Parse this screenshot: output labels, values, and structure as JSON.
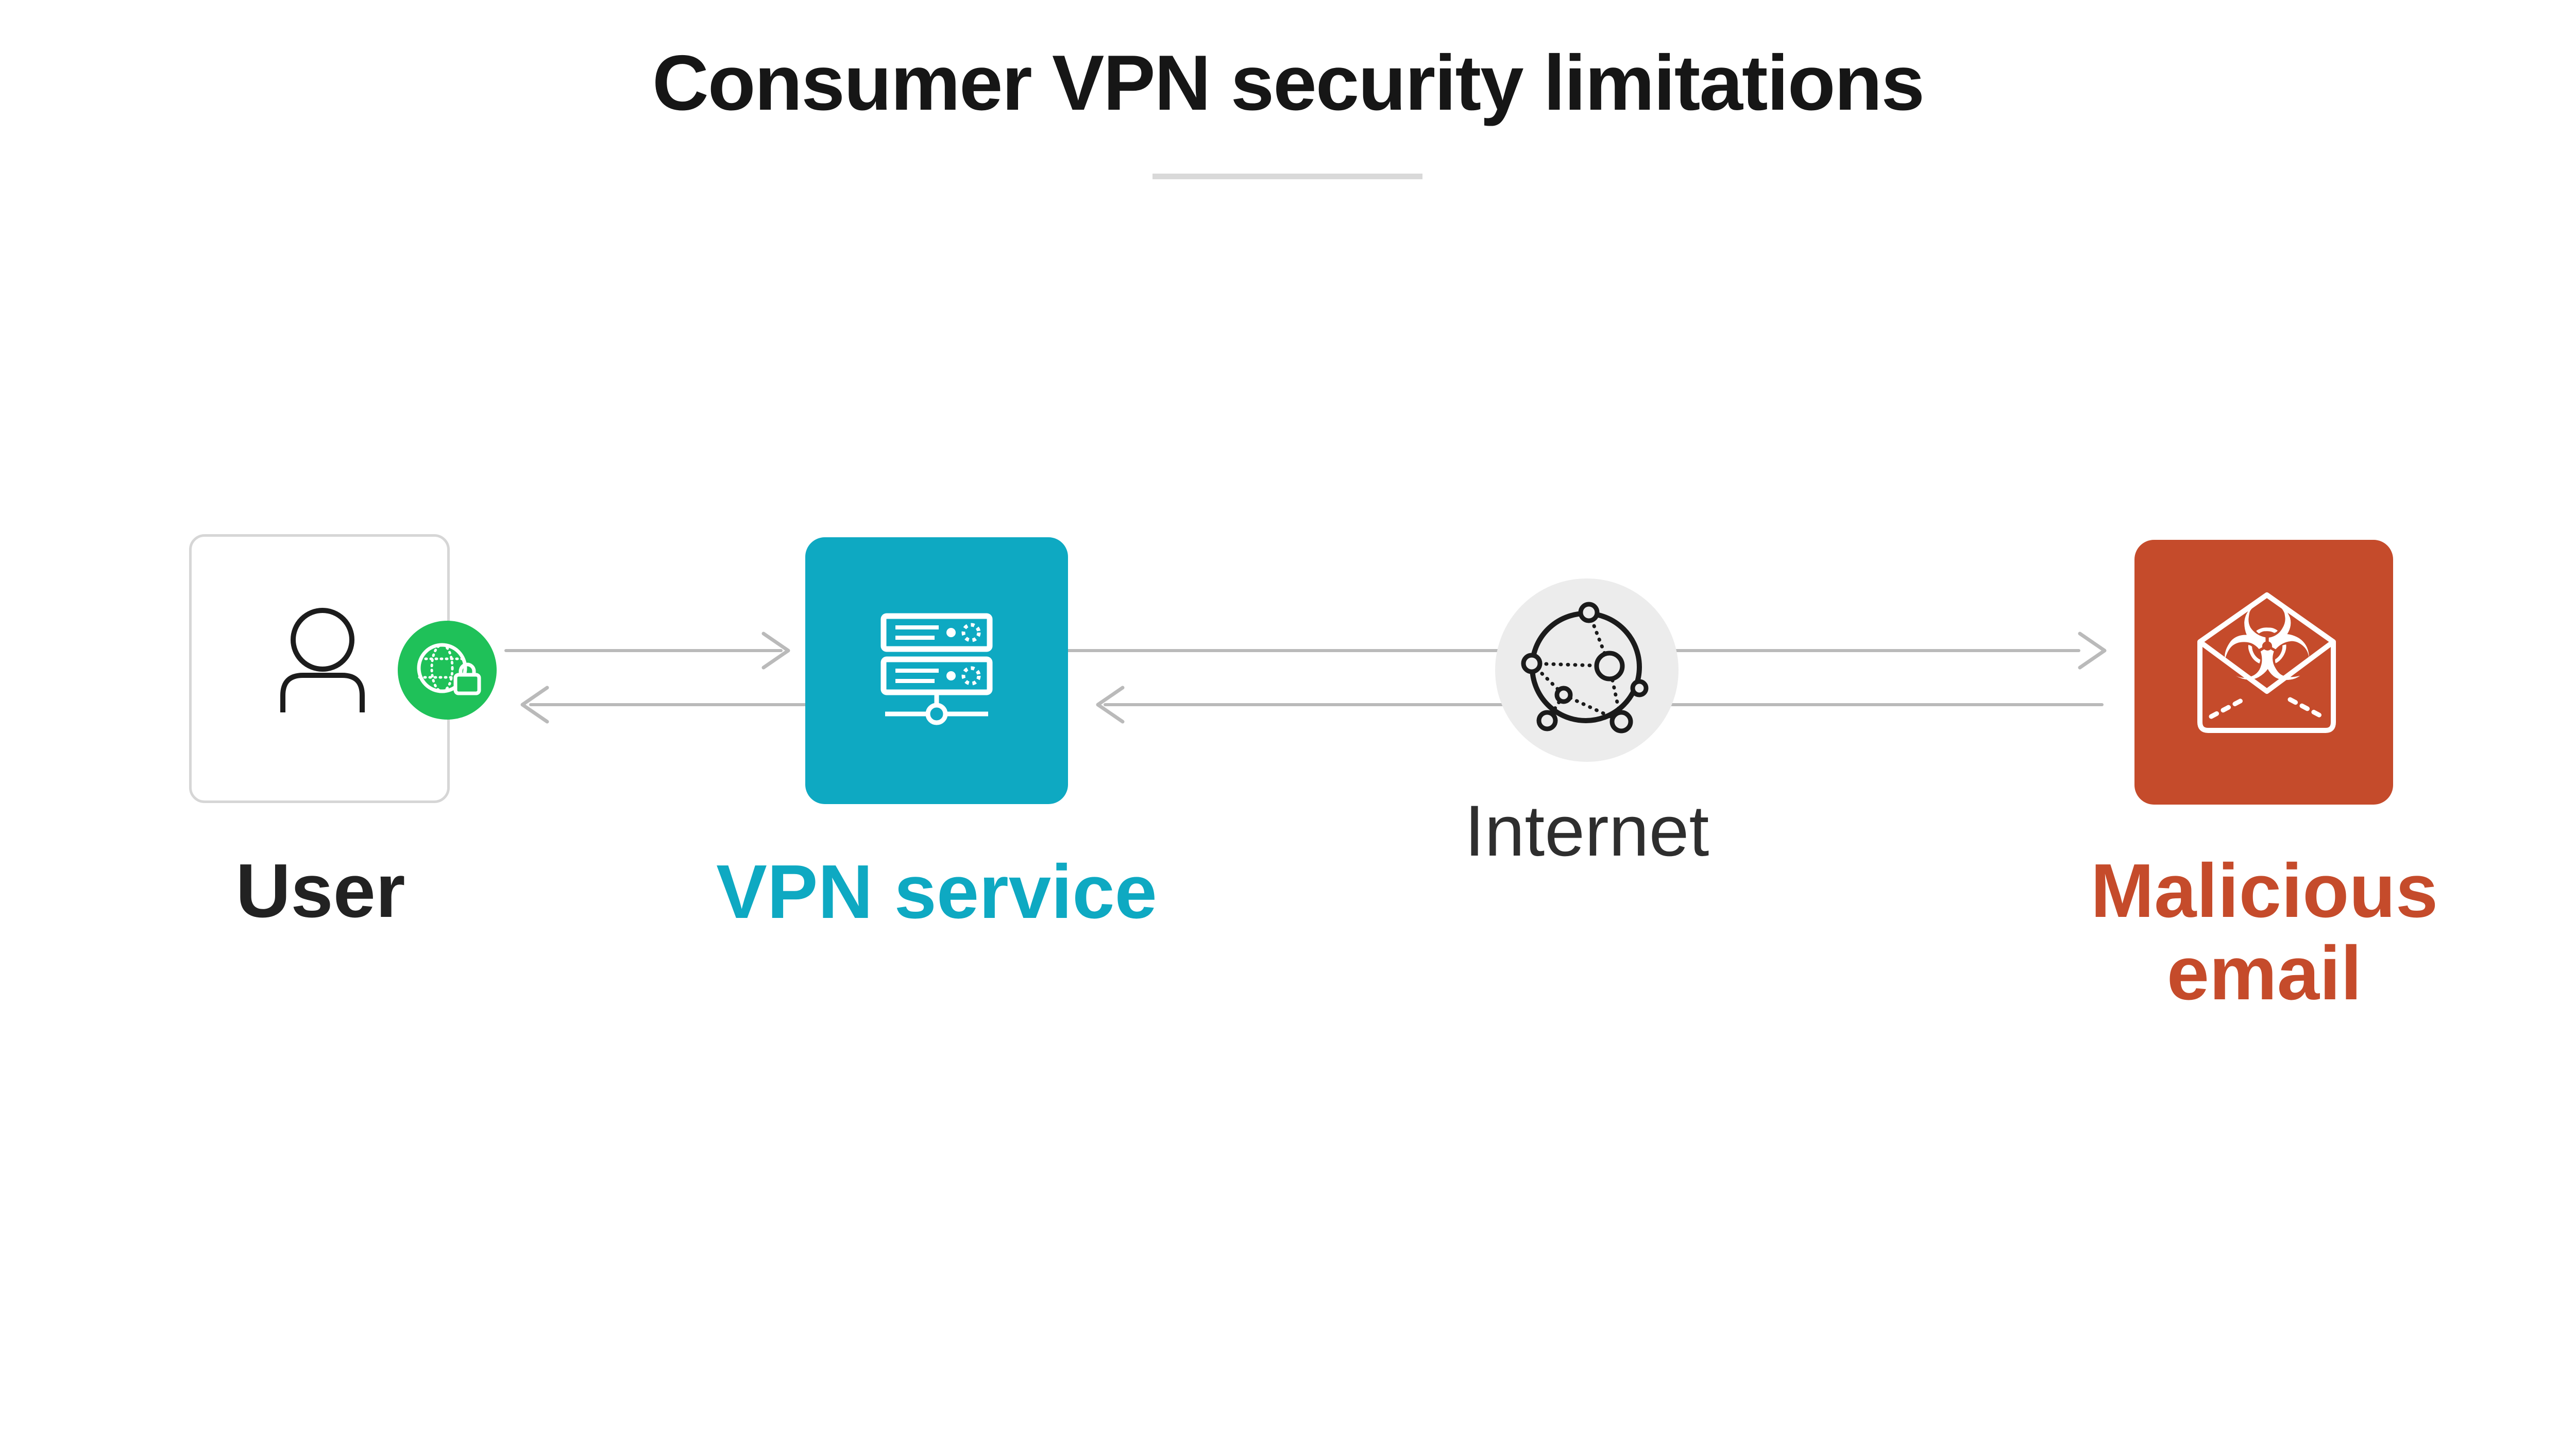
{
  "title": {
    "text": "Consumer VPN security limitations"
  },
  "nodes": {
    "user": {
      "label": "User",
      "icon": "person-icon",
      "badge_icon": "secure-globe-lock-icon"
    },
    "vpn": {
      "label": "VPN service",
      "icon": "vpn-server-icon"
    },
    "internet": {
      "label": "Internet",
      "icon": "network-globe-icon"
    },
    "malicious_email": {
      "label_line1": "Malicious",
      "label_line2": "email",
      "icon": "biohazard-email-icon"
    }
  },
  "icons": {
    "biohazard_glyph": "☣"
  },
  "arrows": [
    {
      "from": "user",
      "to": "vpn",
      "direction": "right"
    },
    {
      "from": "vpn",
      "to": "user",
      "direction": "left"
    },
    {
      "from": "vpn",
      "to": "malicious_email",
      "direction": "right",
      "passes_behind": "internet"
    },
    {
      "from": "malicious_email",
      "to": "vpn",
      "direction": "left",
      "passes_behind": "internet"
    }
  ],
  "colors": {
    "vpn_teal": "#0ea9c2",
    "badge_green": "#1fc159",
    "email_orange": "#c54b2b",
    "arrow_gray": "#bababa",
    "internet_circle_bg": "#ececec",
    "box_border_gray": "#d6d6d6",
    "divider_gray": "#d9d9d9",
    "title_color": "#161616"
  }
}
